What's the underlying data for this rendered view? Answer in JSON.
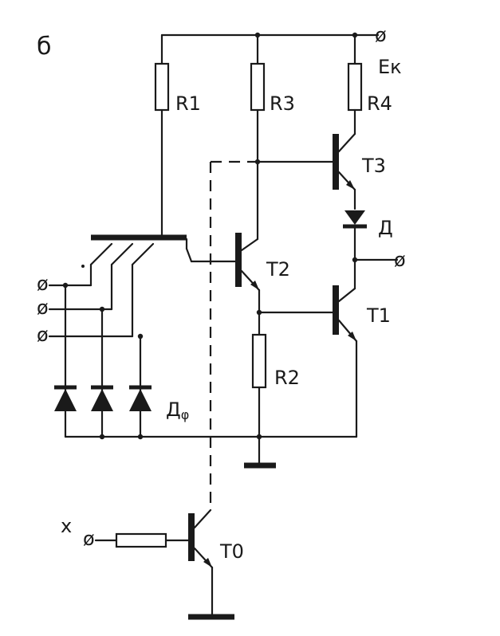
{
  "figure_label": "б",
  "supply_label": "Eк",
  "input_label": "x",
  "components": {
    "R1": "R1",
    "R2": "R2",
    "R3": "R3",
    "R4": "R4",
    "T0": "T0",
    "T1": "T1",
    "T2": "T2",
    "T3": "T3",
    "D": "Д",
    "Dphi_main": "Д",
    "Dphi_sub": "φ"
  },
  "terminal_symbol": "ø",
  "colors": {
    "ink": "#1a1a1a",
    "paper": "#ffffff"
  }
}
